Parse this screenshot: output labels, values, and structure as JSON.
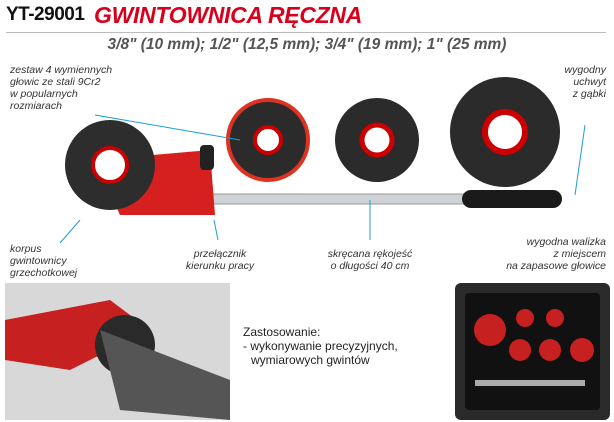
{
  "header": {
    "code": "YT-29001",
    "title": "GWINTOWNICA RĘCZNA",
    "sizes": "3/8\" (10 mm); 1/2\" (12,5 mm); 3/4\" (19 mm); 1\" (25 mm)"
  },
  "annotations": {
    "heads": [
      "zestaw 4 wymiennych",
      "głowic ze stali 9Cr2",
      "w popularnych",
      "rozmiarach"
    ],
    "grip": [
      "wygodny",
      "uchwyt",
      "z gąbki"
    ],
    "body": [
      "korpus",
      "gwintownicy",
      "grzechotkowej"
    ],
    "switch": [
      "przełącznik",
      "kierunku pracy"
    ],
    "handle": [
      "skręcana rękojeść",
      "o długości 40 cm"
    ],
    "case": [
      "wygodna walizka",
      "z miejscem",
      "na zapasowe głowice"
    ]
  },
  "usage": {
    "heading": "Zastosowanie:",
    "lines": [
      "- wykonywanie precyzyjnych,",
      "  wymiarowych gwintów"
    ]
  },
  "colors": {
    "brand_red": "#d9001b",
    "leader_line": "#1aa0d8"
  }
}
